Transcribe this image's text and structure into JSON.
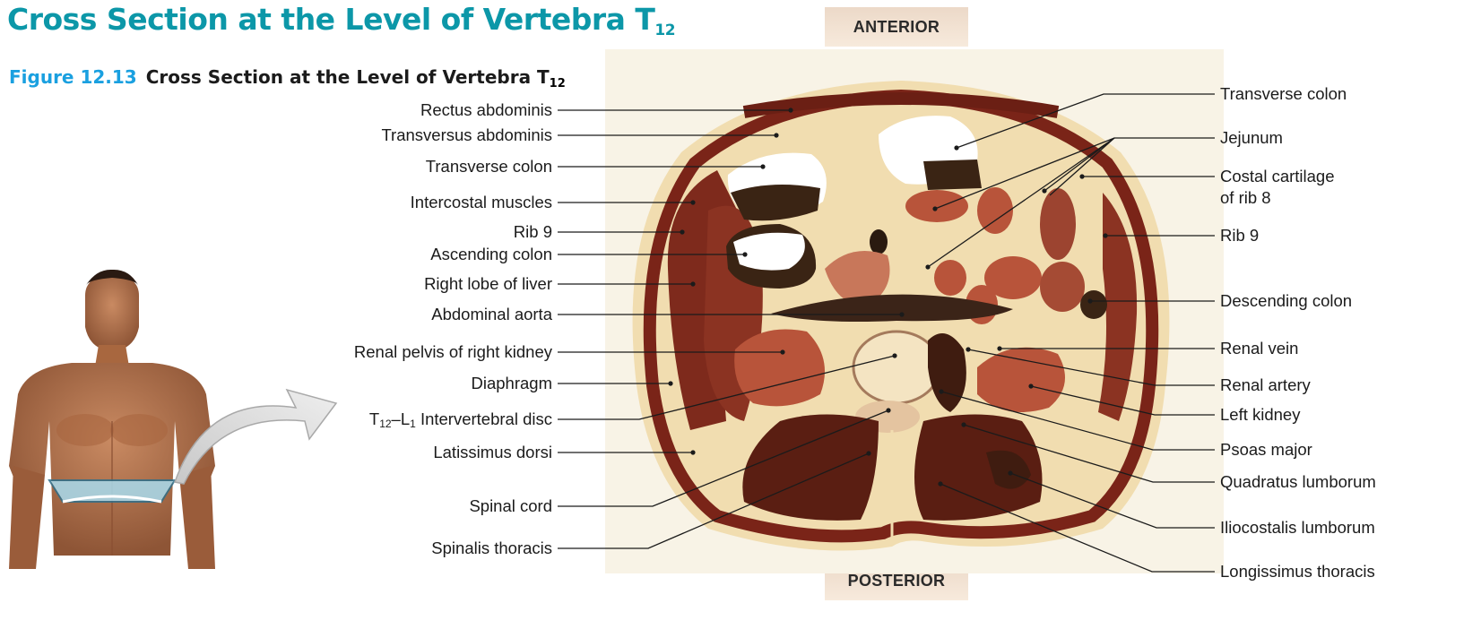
{
  "title": {
    "text": "Cross Section at the Level of Vertebra T",
    "sub": "12"
  },
  "figure": {
    "number": "Figure 12.13",
    "caption": "Cross Section at the Level of Vertebra T",
    "sub": "12"
  },
  "orientation": {
    "anterior": "ANTERIOR",
    "posterior": "POSTERIOR"
  },
  "left_labels": {
    "rectus_abdominis": "Rectus abdominis",
    "transversus_abdominis": "Transversus abdominis",
    "transverse_colon": "Transverse colon",
    "intercostal_muscles": "Intercostal muscles",
    "rib_9": "Rib 9",
    "ascending_colon": "Ascending colon",
    "right_lobe_liver": "Right lobe of liver",
    "abdominal_aorta": "Abdominal aorta",
    "renal_pelvis": "Renal pelvis of right kidney",
    "diaphragm": "Diaphragm",
    "disc_t": "T",
    "disc_t_sub": "12",
    "disc_dash": "–L",
    "disc_l_sub": "1",
    "disc_rest": " Intervertebral disc",
    "latissimus_dorsi": "Latissimus dorsi",
    "spinal_cord": "Spinal cord",
    "spinalis_thoracis": "Spinalis thoracis"
  },
  "right_labels": {
    "transverse_colon": "Transverse colon",
    "jejunum": "Jejunum",
    "costal_cartilage_1": "Costal cartilage",
    "costal_cartilage_2": "of rib 8",
    "rib_9": "Rib 9",
    "descending_colon": "Descending colon",
    "renal_vein": "Renal vein",
    "renal_artery": "Renal artery",
    "left_kidney": "Left kidney",
    "psoas_major": "Psoas major",
    "quadratus_lumborum": "Quadratus lumborum",
    "iliocostalis_lumborum": "Iliocostalis lumborum",
    "longissimus_thoracis": "Longissimus thoracis"
  },
  "colors": {
    "title": "#0c97a8",
    "figure_number": "#1aa0e0",
    "muscle": "#7a2418",
    "fat": "#f1ddb0",
    "organ": "#b8543a"
  }
}
